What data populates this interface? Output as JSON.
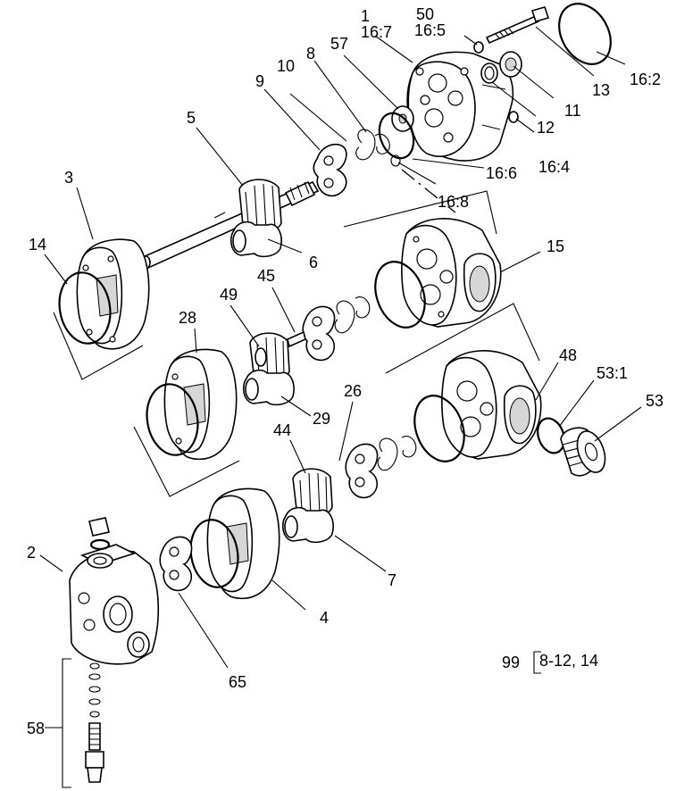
{
  "labels": {
    "l1": "1",
    "l2": "2",
    "l3": "3",
    "l4": "4",
    "l5": "5",
    "l6": "6",
    "l7": "7",
    "l8": "8",
    "l9": "9",
    "l10": "10",
    "l11": "11",
    "l12": "12",
    "l13": "13",
    "l14": "14",
    "l15": "15",
    "l26": "26",
    "l28": "28",
    "l29": "29",
    "l44": "44",
    "l45": "45",
    "l48": "48",
    "l49": "49",
    "l50": "50",
    "l53": "53",
    "l53_1": "53:1",
    "l57": "57",
    "l58": "58",
    "l65": "65",
    "l16_2": "16:2",
    "l16_4": "16:4",
    "l16_5": "16:5",
    "l16_6": "16:6",
    "l16_7": "16:7",
    "l16_8": "16:8"
  },
  "kit_note": {
    "number": "99",
    "range": "8-12, 14"
  }
}
